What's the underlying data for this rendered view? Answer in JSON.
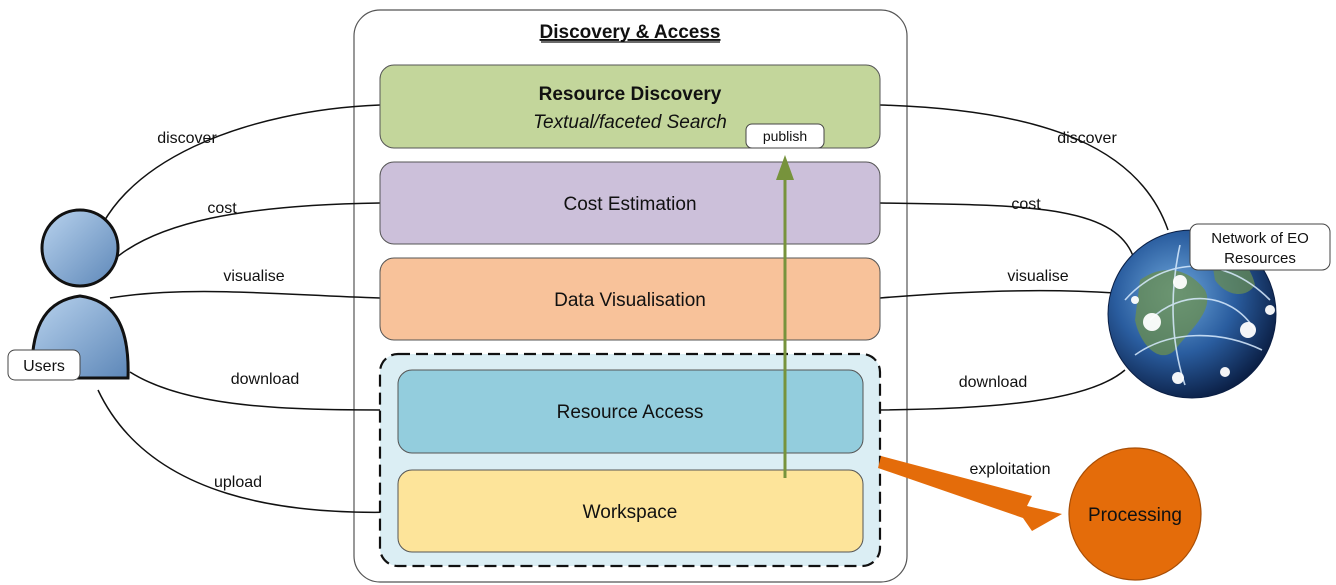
{
  "container": {
    "title": "Discovery & Access"
  },
  "boxes": {
    "resource_discovery": {
      "title": "Resource Discovery",
      "subtitle": "Textual/faceted Search",
      "fill": "#c3d69b"
    },
    "cost_estimation": {
      "title": "Cost Estimation",
      "fill": "#ccc0da"
    },
    "data_visualisation": {
      "title": "Data Visualisation",
      "fill": "#f8c29a"
    },
    "resource_access": {
      "title": "Resource Access",
      "fill": "#93cddd"
    },
    "workspace": {
      "title": "Workspace",
      "fill": "#fde49a"
    }
  },
  "publish_label": "publish",
  "users": {
    "label": "Users"
  },
  "network": {
    "label_line1": "Network of EO",
    "label_line2": "Resources"
  },
  "processing": {
    "label": "Processing",
    "fill": "#e46c0a"
  },
  "exploitation_label": "exploitation",
  "left_edges": {
    "discover": "discover",
    "cost": "cost",
    "visualise": "visualise",
    "download": "download",
    "upload": "upload"
  },
  "right_edges": {
    "discover": "discover",
    "cost": "cost",
    "visualise": "visualise",
    "download": "download"
  },
  "colors": {
    "publish_arrow": "#77933c",
    "exploitation_arrow": "#e46c0a",
    "access_group_bg": "#dbeef4"
  }
}
